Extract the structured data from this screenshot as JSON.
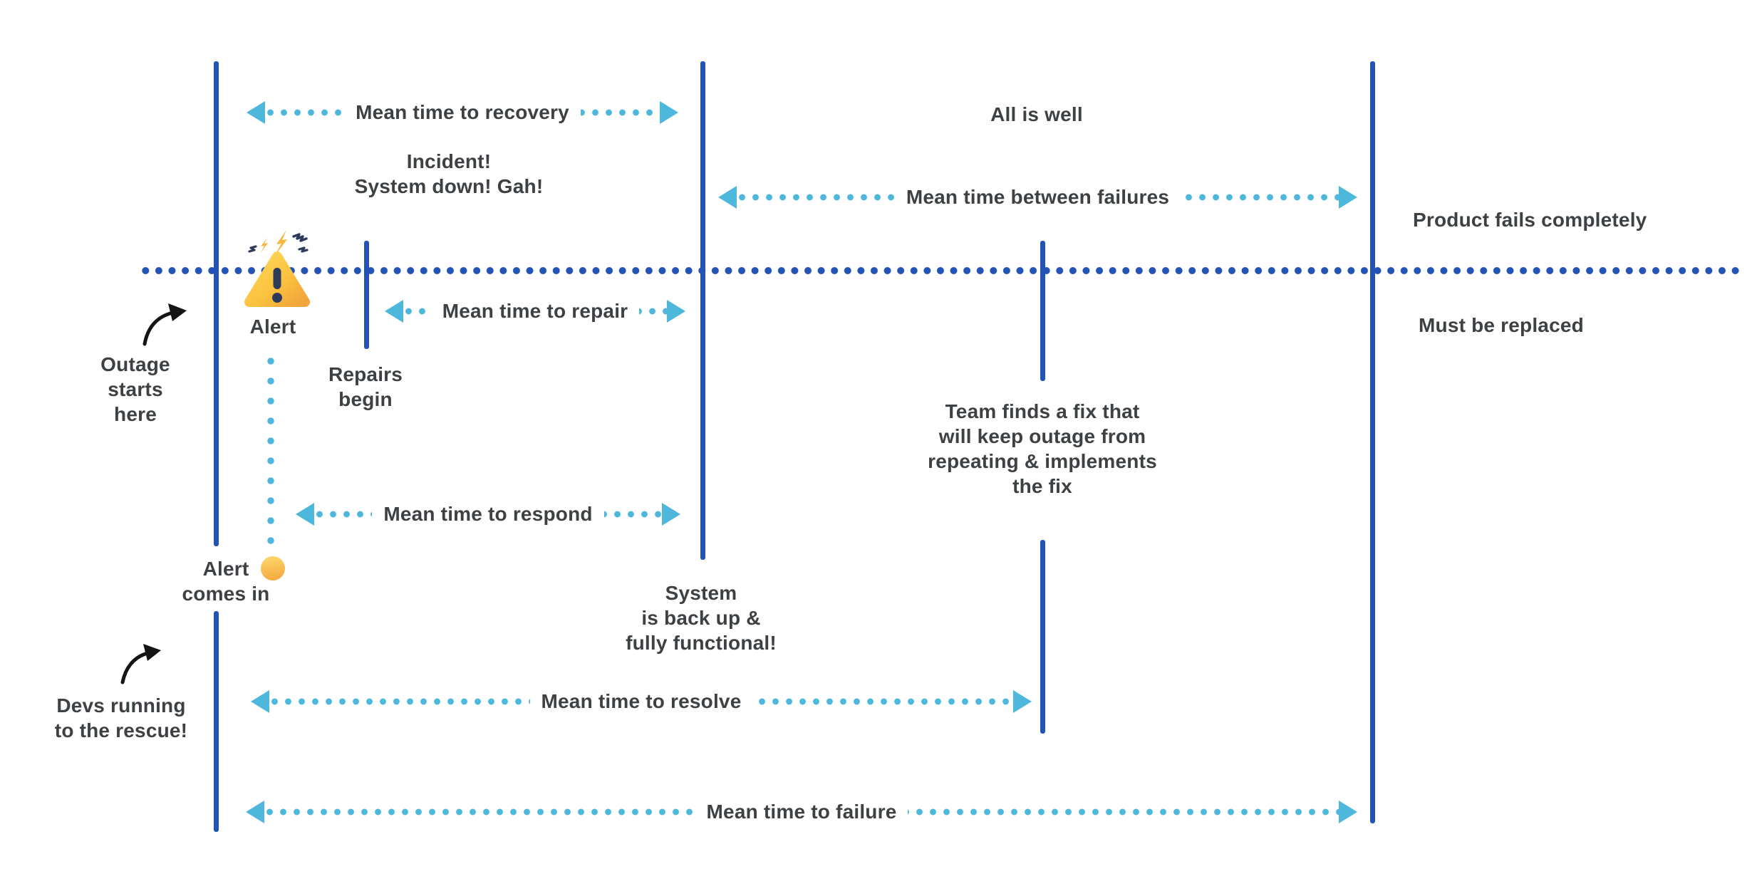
{
  "diagram": {
    "metrics": [
      {
        "label": "Mean time to recovery"
      },
      {
        "label": "Mean time to repair"
      },
      {
        "label": "Mean time between failures"
      },
      {
        "label": "Mean time to respond"
      },
      {
        "label": "Mean time to resolve"
      },
      {
        "label": "Mean time to failure"
      }
    ],
    "annotations": {
      "all_is_well": "All is well",
      "incident": [
        "Incident!",
        "System down! Gah!"
      ],
      "product_fails": "Product fails completely",
      "must_be_replaced": "Must be replaced",
      "outage_starts": [
        "Outage",
        "starts",
        "here"
      ],
      "alert": "Alert",
      "repairs_begin": [
        "Repairs",
        "begin"
      ],
      "alert_comes_in": [
        "Alert",
        "comes in"
      ],
      "devs_running": [
        "Devs running",
        "to the rescue!"
      ],
      "team_fix": [
        "Team finds a fix that",
        "will keep outage from",
        "repeating & implements",
        "the fix"
      ],
      "system_back": [
        "System",
        "is back up &",
        "fully functional!"
      ]
    },
    "icons": {
      "warning_triangle": "warning-triangle-icon",
      "alert_dot": "alert-dot-icon",
      "curved_arrows": "curved-arrow-icon"
    },
    "colors": {
      "timeline_blue": "#2453b6",
      "metric_blue": "#4db7dc",
      "text": "#3d4144",
      "alert_yellow": "#fbc33f",
      "alert_navy": "#2e3a59",
      "dot_orange": "#f2a33c",
      "arrow_black": "#151515"
    }
  }
}
